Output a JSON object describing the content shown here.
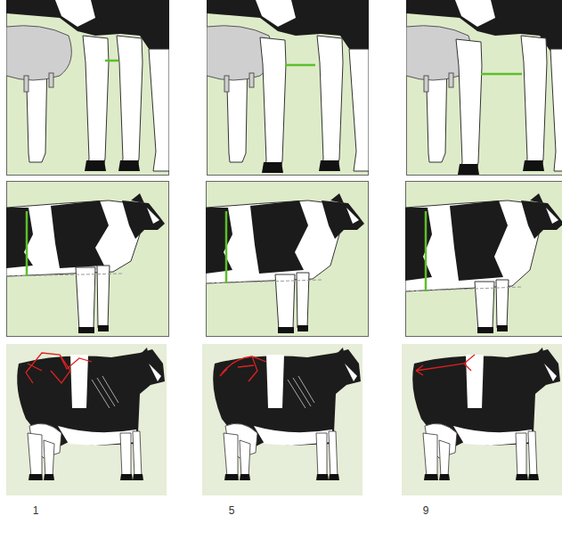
{
  "diagram": {
    "labels": [
      "1",
      "5",
      "9"
    ]
  }
}
